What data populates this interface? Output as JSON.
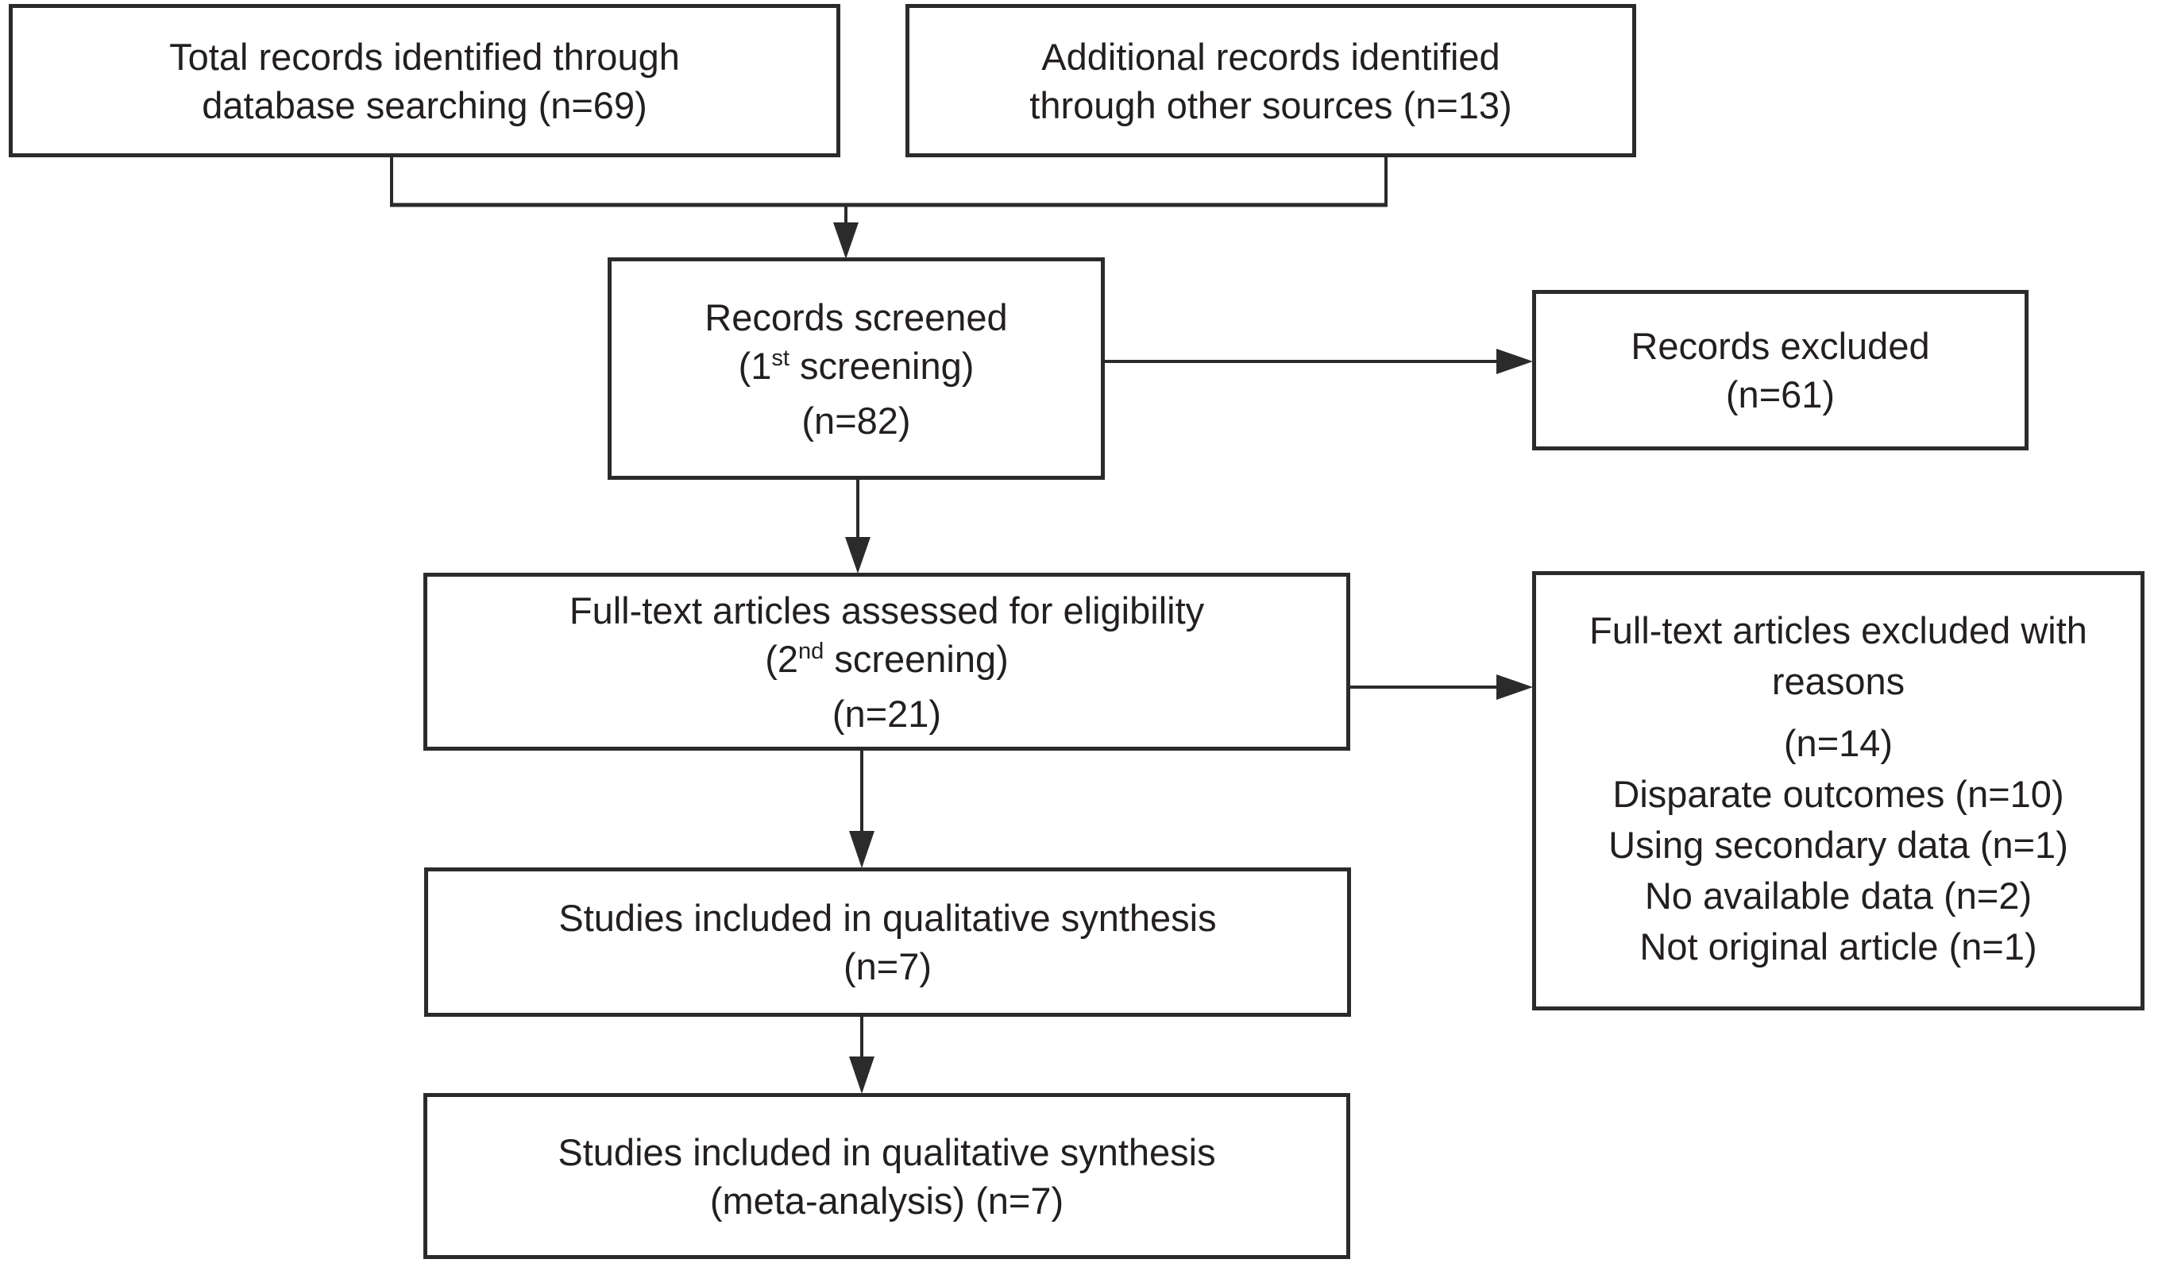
{
  "diagram": {
    "colors": {
      "line": "#2b2b2b",
      "text": "#231f20",
      "background": "#ffffff"
    },
    "boxes": {
      "identified": {
        "line1": "Total records identified through",
        "line2": "database searching (n=69)"
      },
      "additional": {
        "line1": "Additional records identified",
        "line2": "through other sources (n=13)"
      },
      "screened": {
        "line1": "Records screened",
        "line2_pre": "(1",
        "line2_sup": "st",
        "line2_post": " screening)",
        "line3": "(n=82)"
      },
      "excluded_records": {
        "line1": "Records excluded",
        "line2": "(n=61)"
      },
      "fulltext": {
        "line1": "Full-text articles assessed for eligibility",
        "line2_pre": "(2",
        "line2_sup": "nd",
        "line2_post": " screening)",
        "line3": "(n=21)"
      },
      "excluded_fulltext": {
        "line1": "Full-text articles excluded with",
        "line2": "reasons",
        "line3": "(n=14)",
        "reasons": [
          "Disparate outcomes (n=10)",
          "Using secondary data (n=1)",
          "No available data (n=2)",
          "Not original article (n=1)"
        ]
      },
      "qualitative": {
        "line1": "Studies included in qualitative synthesis",
        "line2": "(n=7)"
      },
      "meta": {
        "line1": "Studies included in qualitative synthesis",
        "line2": "(meta-analysis) (n=7)"
      }
    }
  }
}
